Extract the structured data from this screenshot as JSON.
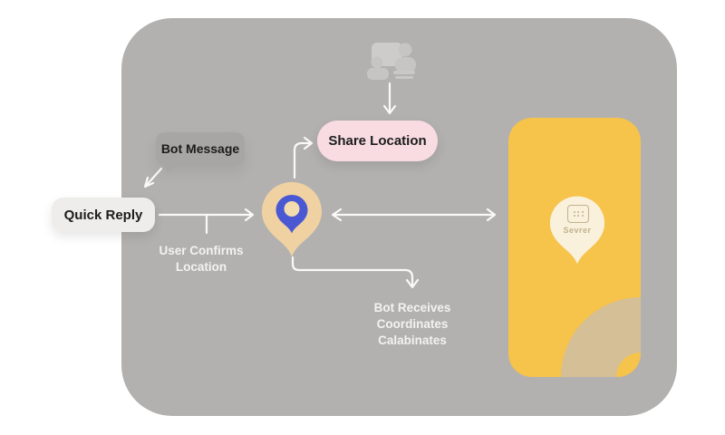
{
  "colors": {
    "page_bg": "#ffffff",
    "panel_gray": "#b3b1af",
    "bubble_gray": "#a7a6a4",
    "quick_reply_bg": "#eeedeb",
    "share_pink": "#f8dce2",
    "phone_yellow": "#f6c34b",
    "arc_beige": "#d5bf96",
    "pin_tan": "#f0d2a2",
    "pin_blue": "#4a58d4",
    "pin_hole": "#f3ddae",
    "pin_cream": "#f9f1dc",
    "icon_gray": "#c9c8c6",
    "line_white": "#faf9f7",
    "text_dark": "#1c1c1c",
    "text_light": "#f3f2f0",
    "server_icon": "#c0b28f"
  },
  "nodes": {
    "bot_message": {
      "label": "Bot Message"
    },
    "quick_reply": {
      "label": "Quick Reply"
    },
    "share_location": {
      "label": "Share Location"
    },
    "user_confirms": {
      "line1": "User Confirms",
      "line2": "Location"
    },
    "bot_receives": {
      "line1": "Bot Receives",
      "line2": "Coordinates",
      "line3": "Calabinates"
    },
    "server_pin": {
      "label": "Sevrer"
    }
  },
  "icons": {
    "top": "users-chat-icon",
    "center": "location-pin-icon",
    "phone": "server-pin-icon",
    "server_box": "server-icon"
  }
}
